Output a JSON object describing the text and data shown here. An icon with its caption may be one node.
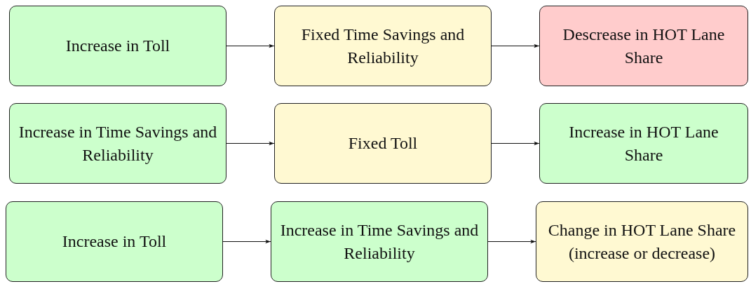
{
  "diagram": {
    "nodes": [
      {
        "text": [
          "Increase in Toll"
        ]
      },
      {
        "text": [
          "Fixed Time Savings and Reliability"
        ]
      },
      {
        "text": [
          "Descrease in HOT Lane Share"
        ]
      },
      {
        "text": [
          "Increase in Time Savings and Reliability"
        ]
      },
      {
        "text": [
          "Fixed Toll"
        ]
      },
      {
        "text": [
          "Increase in HOT Lane Share"
        ]
      },
      {
        "text": [
          "Increase in Toll"
        ]
      },
      {
        "text": [
          "Increase in Time Savings and Reliability"
        ]
      },
      {
        "text": [
          "Change in HOT Lane Share (increase or decrease)"
        ]
      }
    ],
    "edges": [
      {
        "from": 0,
        "to": 1,
        "arrow": "to"
      },
      {
        "from": 1,
        "to": 2,
        "arrow": "to"
      },
      {
        "from": 3,
        "to": 4,
        "arrow": "to"
      },
      {
        "from": 4,
        "to": 5,
        "arrow": "to"
      },
      {
        "from": 6,
        "to": 7,
        "arrow": "to"
      },
      {
        "from": 7,
        "to": 8,
        "arrow": "to"
      }
    ]
  }
}
